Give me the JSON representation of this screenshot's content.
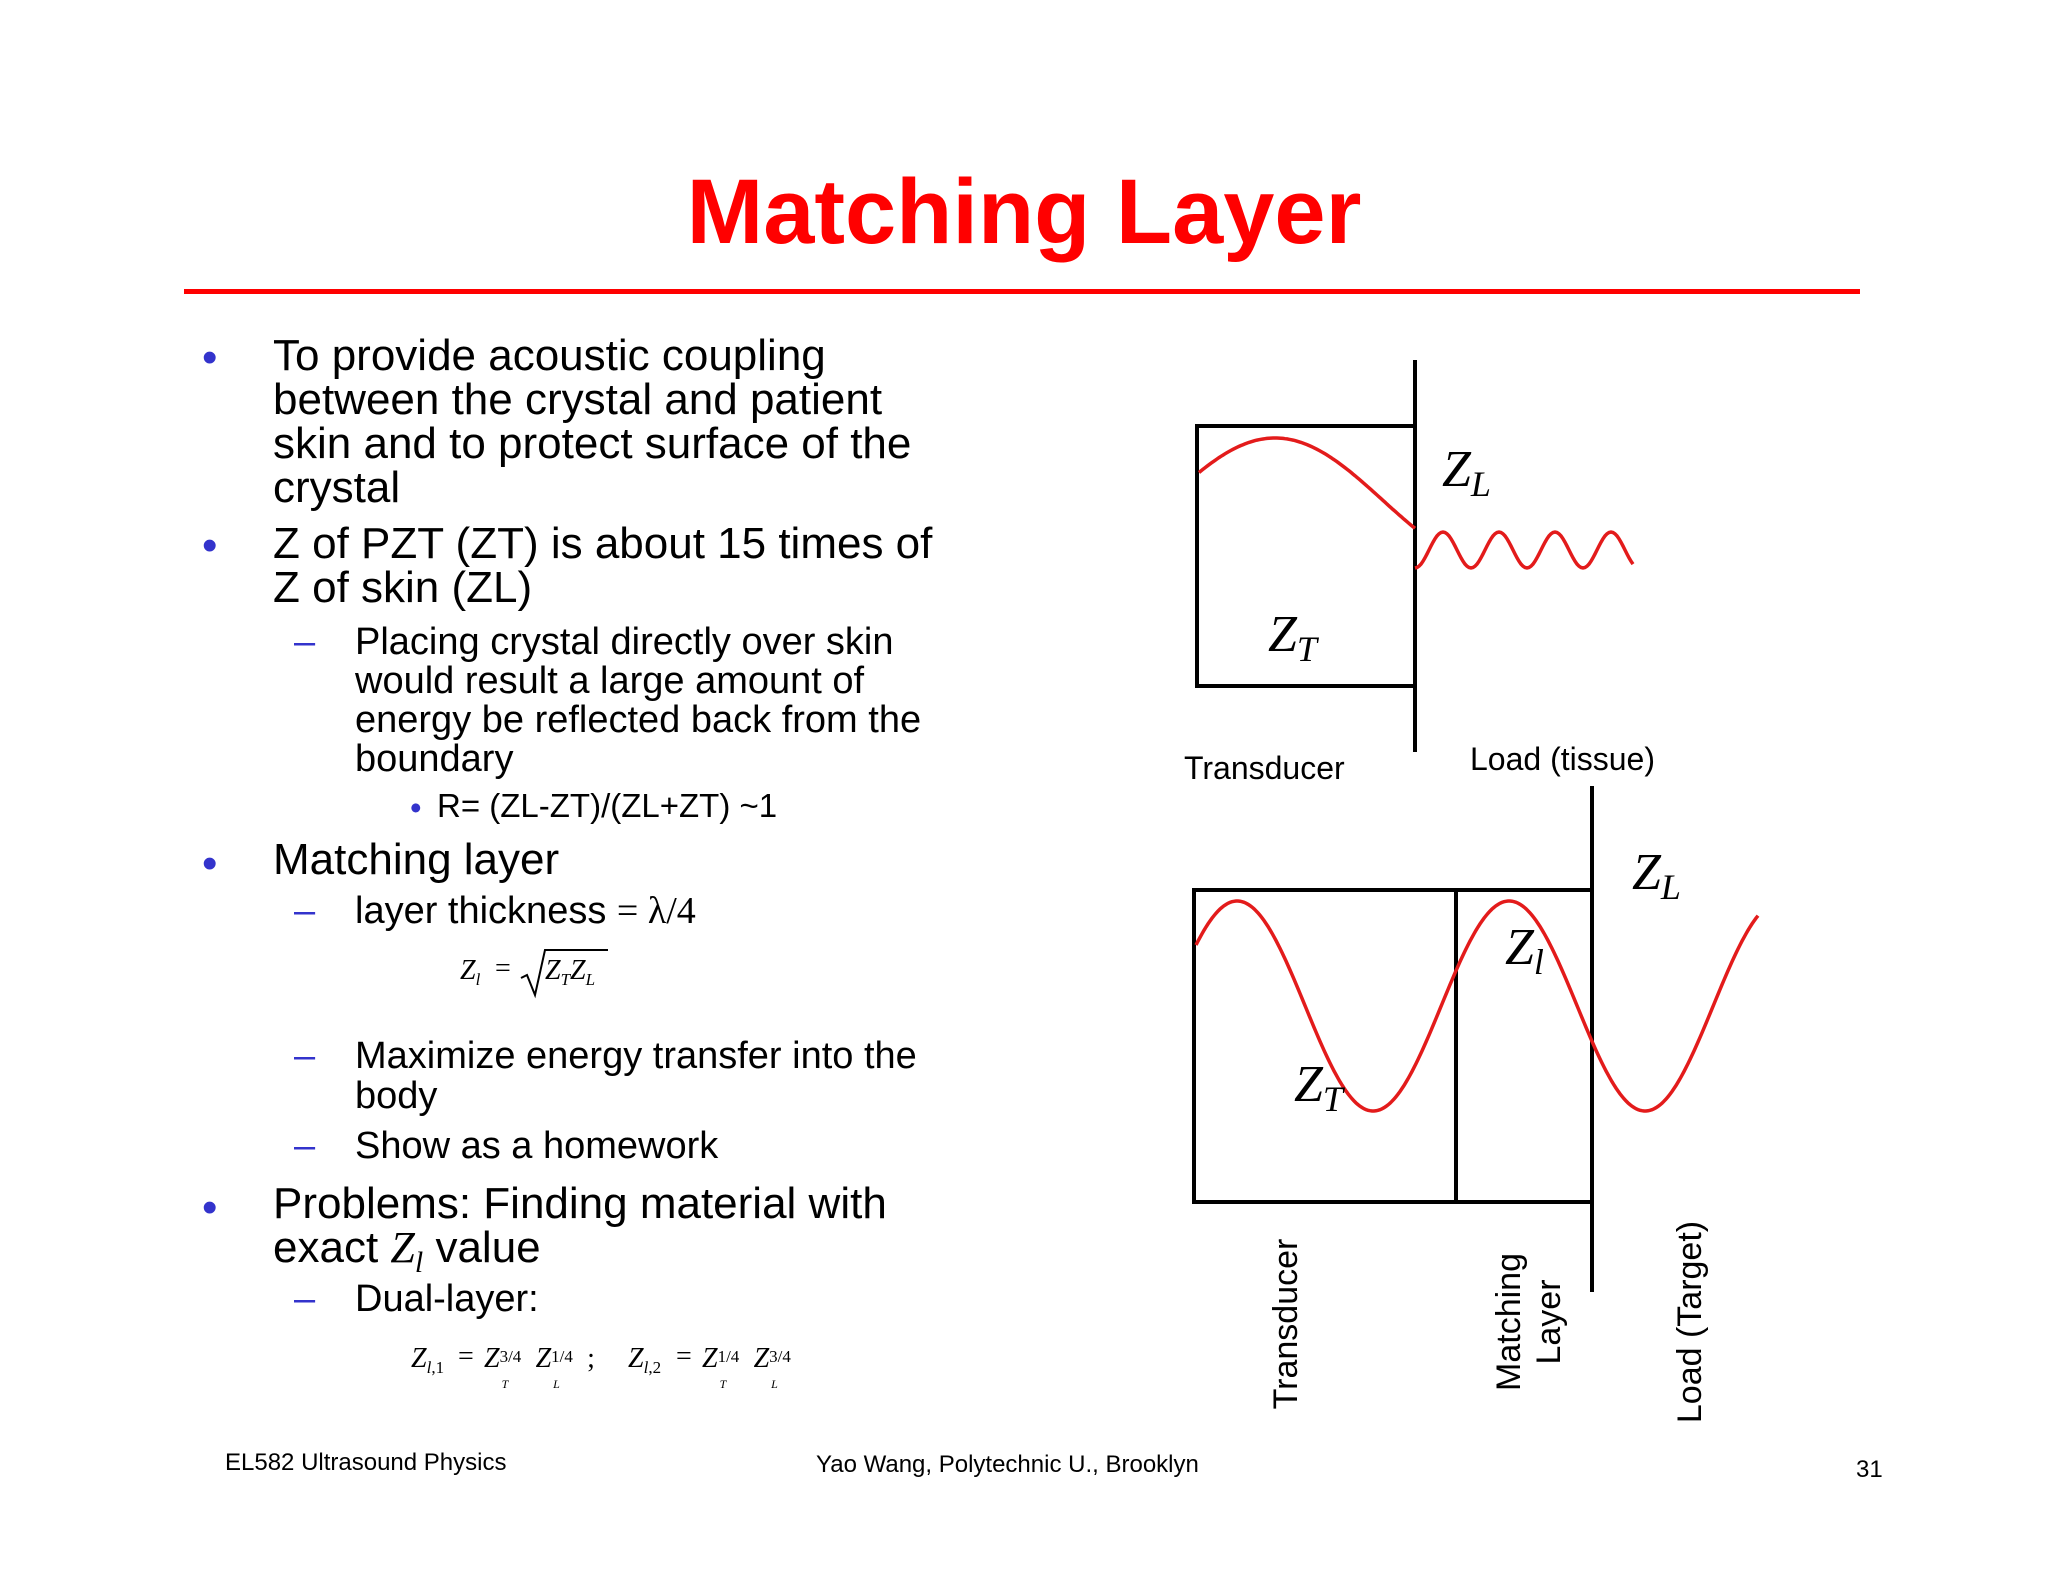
{
  "title": "Matching Layer",
  "bullets": {
    "b1": [
      "To provide acoustic coupling",
      "between the crystal and patient",
      "skin and to protect surface of the",
      "crystal"
    ],
    "b2": [
      "Z of PZT (ZT) is about 15 times of",
      "Z of skin (ZL)"
    ],
    "b2_sub": [
      "Placing crystal directly over skin",
      "would result a large amount of",
      "energy be reflected back from the",
      "boundary"
    ],
    "b2_subsub": "R= (ZL-ZT)/(ZL+ZT) ~1",
    "b3": "Matching layer",
    "b3_sub1_text": "layer thickness ",
    "b3_sub1_math": "= λ/4",
    "formula1": "Z_l = √(Z_T Z_L)",
    "b3_sub2": [
      "Maximize energy transfer into the",
      "body"
    ],
    "b3_sub3": "Show as a homework",
    "b4_line1": "Problems: Finding material with",
    "b4_line2_pre": "exact ",
    "b4_line2_sym": "Z",
    "b4_line2_sub": "l",
    "b4_line2_post": " value",
    "b4_sub": "Dual-layer:",
    "formula2": "Z_l,1 = Z_T^3/4 Z_L^1/4;  Z_l,2 = Z_T^1/4 Z_L^3/4",
    "bullet_char": "•",
    "dash_char": "–"
  },
  "diagram": {
    "top": {
      "zl": "Z",
      "zl_sub": "L",
      "zt": "Z",
      "zt_sub": "T",
      "label_left": "Transducer",
      "label_right": "Load (tissue)"
    },
    "bottom": {
      "zl": "Z",
      "zl_sub": "L",
      "zlayer": "Z",
      "zlayer_sub": "l",
      "zt": "Z",
      "zt_sub": "T",
      "vlabel_1": "Transducer",
      "vlabel_2_line1": "Matching",
      "vlabel_2_line2": "Layer",
      "vlabel_3": "Load (Target)"
    },
    "wave_color": "#e31b1b"
  },
  "footer": {
    "left": "EL582 Ultrasound Physics",
    "center": "Yao Wang, Polytechnic U., Brooklyn",
    "page": "31"
  },
  "colors": {
    "title": "#ff0000",
    "bullet": "#3333cc",
    "rule": "#ff0000"
  }
}
